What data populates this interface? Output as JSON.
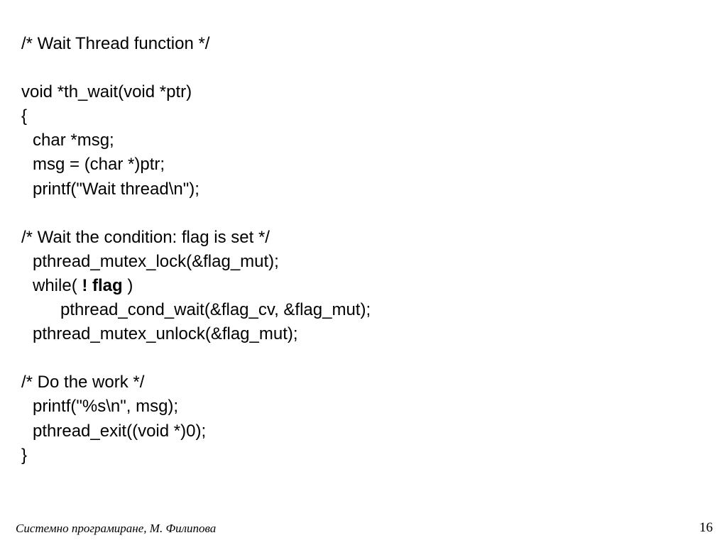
{
  "code": {
    "l01": "/* Wait Thread function */",
    "l02": "",
    "l03": "void *th_wait(void *ptr)",
    "l04": "{",
    "l05": "char *msg;",
    "l06": "msg = (char *)ptr;",
    "l07": "printf(\"Wait thread\\n\");",
    "l08": "",
    "l09": "/* Wait the condition: flag is set */",
    "l10": "pthread_mutex_lock(&flag_mut);",
    "l11_pre": "while( ",
    "l11_bold": "! flag",
    "l11_post": " )",
    "l12": "pthread_cond_wait(&flag_cv, &flag_mut);",
    "l13": "pthread_mutex_unlock(&flag_mut);",
    "l14": "",
    "l15": "/* Do the work */",
    "l16": "printf(\"%s\\n\", msg);",
    "l17": "pthread_exit((void *)0);",
    "l18": "}"
  },
  "footer": {
    "text": "Системно програмиране, М. Филипова",
    "page_number": "16"
  }
}
